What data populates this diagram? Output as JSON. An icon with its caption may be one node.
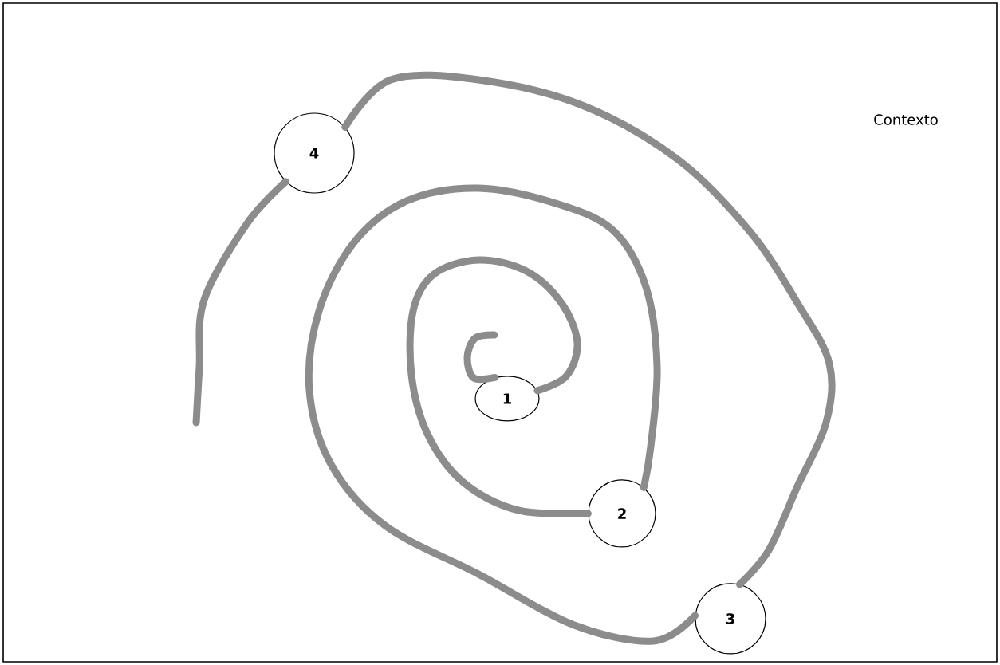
{
  "diagram": {
    "nodes": [
      {
        "text": [
          "1"
        ]
      },
      {
        "text": [
          "2"
        ]
      },
      {
        "text": [
          "3"
        ]
      },
      {
        "text": [
          "4"
        ]
      }
    ],
    "edges": [
      {
        "from": null,
        "to": 0,
        "arrow": "none"
      },
      {
        "from": 0,
        "to": 1,
        "arrow": "none"
      },
      {
        "from": 1,
        "to": 2,
        "arrow": "none"
      },
      {
        "from": 2,
        "to": 3,
        "arrow": "none"
      },
      {
        "from": 3,
        "to": null,
        "arrow": "none"
      }
    ],
    "labels": [
      "Contexto"
    ]
  }
}
